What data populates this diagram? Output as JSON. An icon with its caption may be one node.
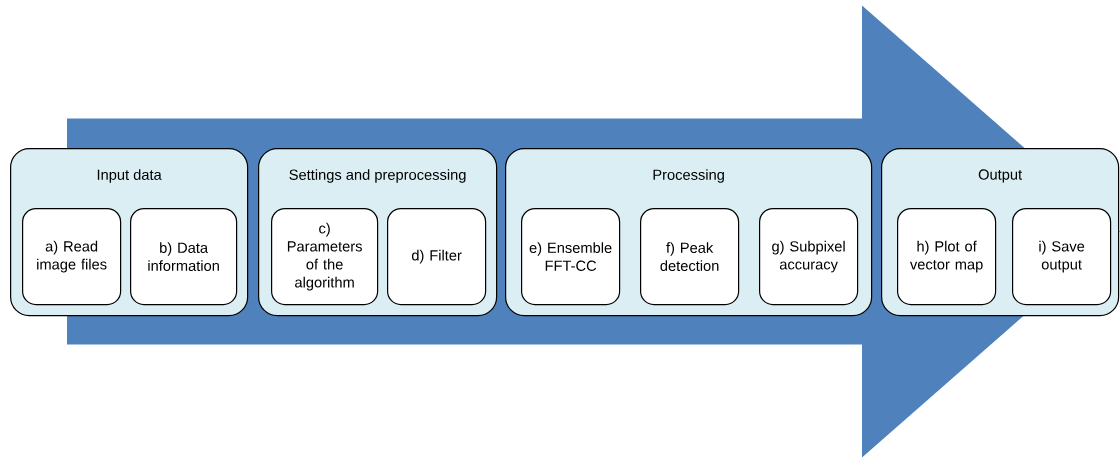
{
  "diagram": {
    "nodes": [
      {
        "text": [
          "Input data"
        ]
      },
      {
        "text": [
          "a) Read image files"
        ],
        "in": 0
      },
      {
        "text": [
          "b) Data information"
        ],
        "in": 0
      },
      {
        "text": [
          "Settings and preprocessing"
        ]
      },
      {
        "text": [
          "c) Parameters of the algorithm"
        ],
        "in": 3
      },
      {
        "text": [
          "d) Filter"
        ],
        "in": 3
      },
      {
        "text": [
          "Processing"
        ]
      },
      {
        "text": [
          "e) Ensemble FFT-CC"
        ],
        "in": 6
      },
      {
        "text": [
          "f) Peak detection"
        ],
        "in": 6
      },
      {
        "text": [
          "g) Subpixel accuracy"
        ],
        "in": 6
      },
      {
        "text": [
          "Output"
        ]
      },
      {
        "text": [
          "h) Plot of vector map"
        ],
        "in": 10
      },
      {
        "text": [
          "i) Save output"
        ],
        "in": 10
      }
    ],
    "edges": [
      {
        "from": 0,
        "to": 10,
        "arrow": "to",
        "style": "thick"
      }
    ]
  }
}
